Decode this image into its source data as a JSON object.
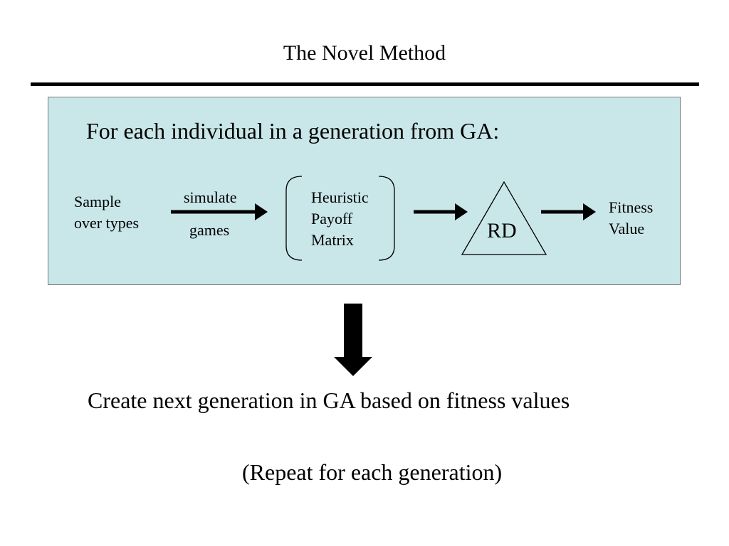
{
  "title": "The Novel Method",
  "loop_heading": "For each individual in a generation from GA:",
  "steps": {
    "sample": [
      "Sample",
      "over types"
    ],
    "simulate": "simulate",
    "games": "games",
    "matrix": [
      "Heuristic",
      "Payoff",
      "Matrix"
    ],
    "rd": "RD",
    "fitness": [
      "Fitness",
      "Value"
    ]
  },
  "next_generation": "Create next generation in GA based on fitness values",
  "repeat_note": "(Repeat for each generation)",
  "colors": {
    "box_fill": "#c9e6e8",
    "box_border": "#7a7a7a",
    "ink": "#000000"
  }
}
